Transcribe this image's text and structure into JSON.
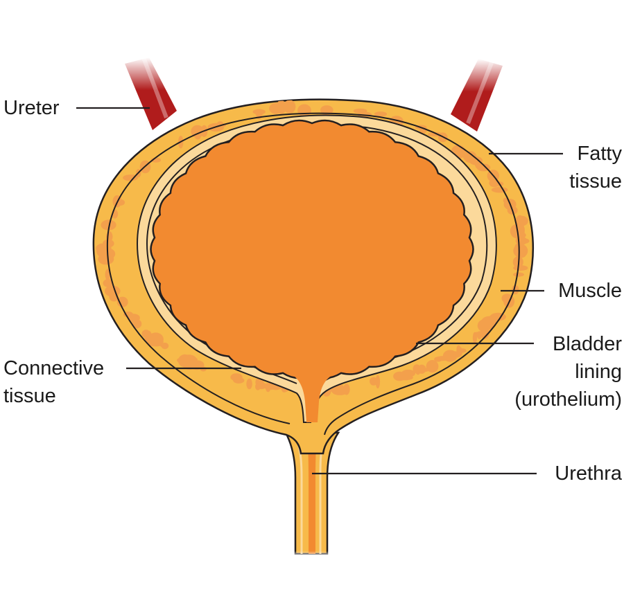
{
  "diagram": {
    "labels": {
      "ureter": "Ureter",
      "fatty_tissue": [
        "Fatty",
        "tissue"
      ],
      "muscle": "Muscle",
      "bladder_lining": [
        "Bladder",
        "lining",
        "(urothelium)"
      ],
      "connective_tissue": [
        "Connective",
        "tissue"
      ],
      "urethra": "Urethra"
    },
    "colors": {
      "fatty_tissue": "#f7ba4a",
      "fat_globules": "#f3a04c",
      "muscle": "#fbd99b",
      "bladder_lumen": "#f28a30",
      "ureter": "#b01c1c",
      "outline": "#231f20"
    }
  }
}
